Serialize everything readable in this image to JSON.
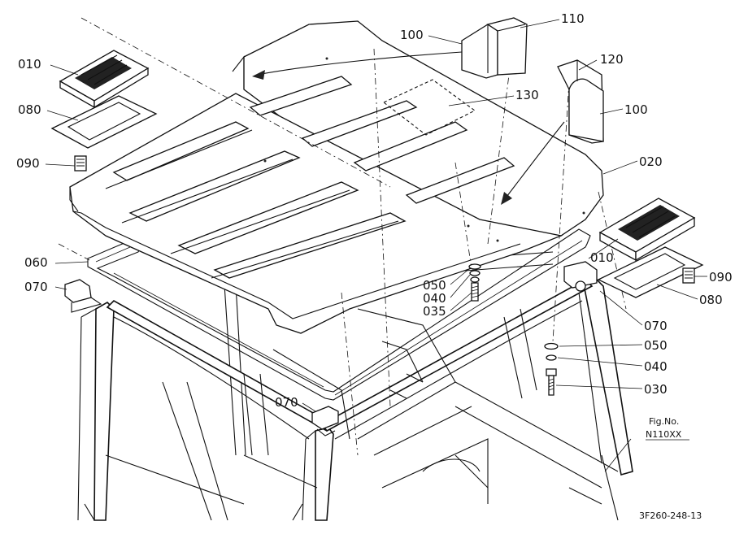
{
  "figure": {
    "fig_no_heading": "Fig.No.",
    "fig_no_value": "N110XX",
    "drawing_code": "3F260-248-13"
  },
  "callouts": [
    {
      "id": "c-100a",
      "text": "100"
    },
    {
      "id": "c-110",
      "text": "110"
    },
    {
      "id": "c-010a",
      "text": "010"
    },
    {
      "id": "c-120",
      "text": "120"
    },
    {
      "id": "c-130",
      "text": "130"
    },
    {
      "id": "c-100b",
      "text": "100"
    },
    {
      "id": "c-080a",
      "text": "080"
    },
    {
      "id": "c-090a",
      "text": "090"
    },
    {
      "id": "c-020",
      "text": "020"
    },
    {
      "id": "c-060",
      "text": "060"
    },
    {
      "id": "c-010b",
      "text": "010"
    },
    {
      "id": "c-090b",
      "text": "090"
    },
    {
      "id": "c-070a",
      "text": "070"
    },
    {
      "id": "c-050a",
      "text": "050"
    },
    {
      "id": "c-040a",
      "text": "040"
    },
    {
      "id": "c-080b",
      "text": "080"
    },
    {
      "id": "c-035",
      "text": "035"
    },
    {
      "id": "c-070b",
      "text": "070"
    },
    {
      "id": "c-050b",
      "text": "050"
    },
    {
      "id": "c-040b",
      "text": "040"
    },
    {
      "id": "c-030",
      "text": "030"
    },
    {
      "id": "c-070c",
      "text": "070"
    }
  ]
}
